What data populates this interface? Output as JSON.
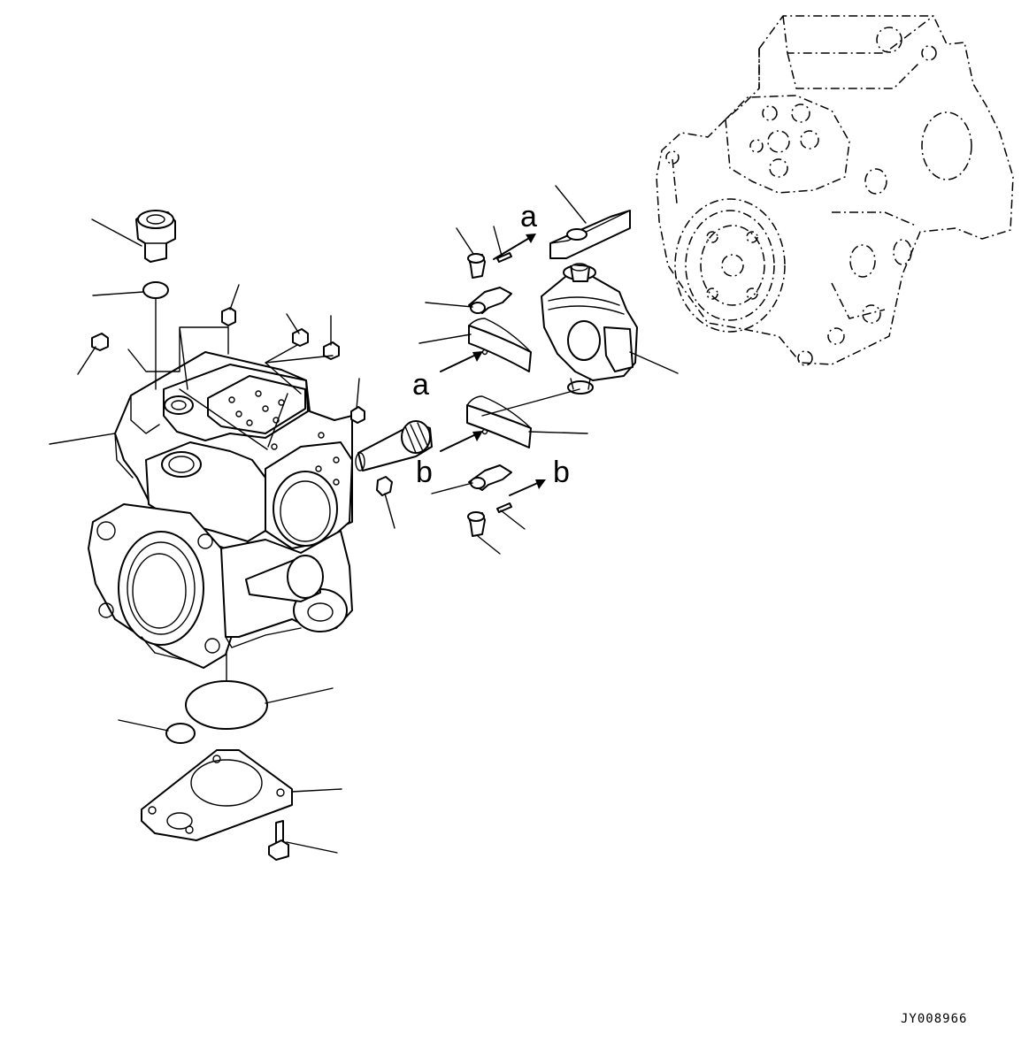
{
  "drawing_code": "JY008966",
  "ref_marks": {
    "a": "a",
    "b": "b"
  }
}
